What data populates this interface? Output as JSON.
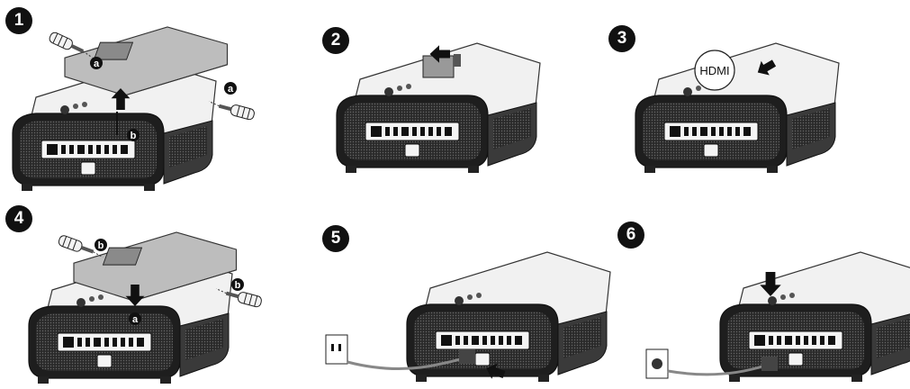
{
  "steps": [
    {
      "number": "1",
      "callouts": [
        "a",
        "a",
        "b"
      ]
    },
    {
      "number": "2"
    },
    {
      "number": "3",
      "connector_label": "HDMI"
    },
    {
      "number": "4",
      "callouts": [
        "b",
        "b",
        "a"
      ]
    },
    {
      "number": "5"
    },
    {
      "number": "6"
    }
  ]
}
